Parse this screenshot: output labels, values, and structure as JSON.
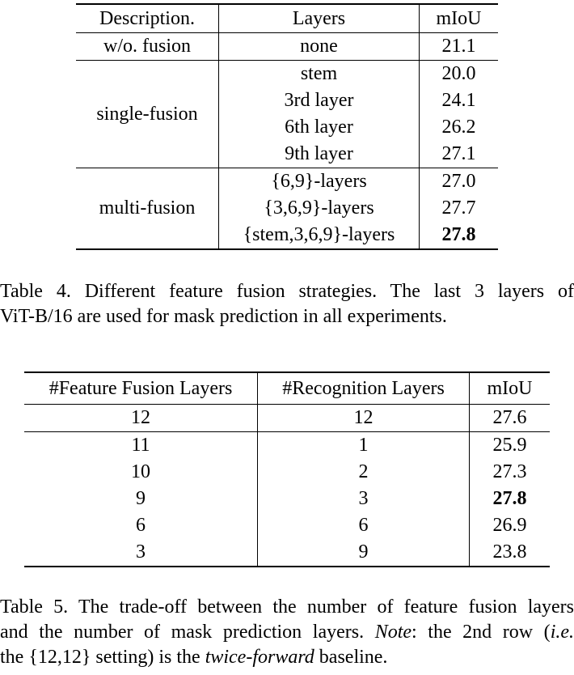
{
  "table4": {
    "headers": [
      "Description.",
      "Layers",
      "mIoU"
    ],
    "groups": [
      {
        "description": "w/o. fusion",
        "rows": [
          {
            "layers": "none",
            "miou": "21.1",
            "bold": false
          }
        ]
      },
      {
        "description": "single-fusion",
        "rows": [
          {
            "layers": "stem",
            "miou": "20.0",
            "bold": false
          },
          {
            "layers": "3rd layer",
            "miou": "24.1",
            "bold": false
          },
          {
            "layers": "6th layer",
            "miou": "26.2",
            "bold": false
          },
          {
            "layers": "9th layer",
            "miou": "27.1",
            "bold": false
          }
        ]
      },
      {
        "description": "multi-fusion",
        "rows": [
          {
            "layers": "{6,9}-layers",
            "miou": "27.0",
            "bold": false
          },
          {
            "layers": "{3,6,9}-layers",
            "miou": "27.7",
            "bold": false
          },
          {
            "layers": "{stem,3,6,9}-layers",
            "miou": "27.8",
            "bold": true
          }
        ]
      }
    ],
    "caption_lines": [
      "Table 4.  Different feature fusion strategies.  The last 3 layers of",
      "ViT-B/16 are used for mask prediction in all experiments."
    ]
  },
  "table5": {
    "headers": [
      "#Feature Fusion Layers",
      "#Recognition Layers",
      "mIoU"
    ],
    "rows": [
      {
        "fusion": "12",
        "recognition": "12",
        "miou": "27.6",
        "bold": false
      },
      {
        "fusion": "11",
        "recognition": "1",
        "miou": "25.9",
        "bold": false
      },
      {
        "fusion": "10",
        "recognition": "2",
        "miou": "27.3",
        "bold": false
      },
      {
        "fusion": "9",
        "recognition": "3",
        "miou": "27.8",
        "bold": true
      },
      {
        "fusion": "6",
        "recognition": "6",
        "miou": "26.9",
        "bold": false
      },
      {
        "fusion": "3",
        "recognition": "9",
        "miou": "23.8",
        "bold": false
      }
    ],
    "caption": {
      "line1": "Table 5. The trade-off between the number of feature fusion layers",
      "line2": "and the number of mask prediction layers.",
      "note_label": "Note",
      "line2_end": ": the 2nd row (",
      "ie": "i.e.",
      "line3_start": "the {12,12} setting) is the",
      "twice_forward": "twice-forward",
      "line3_end": "baseline."
    }
  }
}
